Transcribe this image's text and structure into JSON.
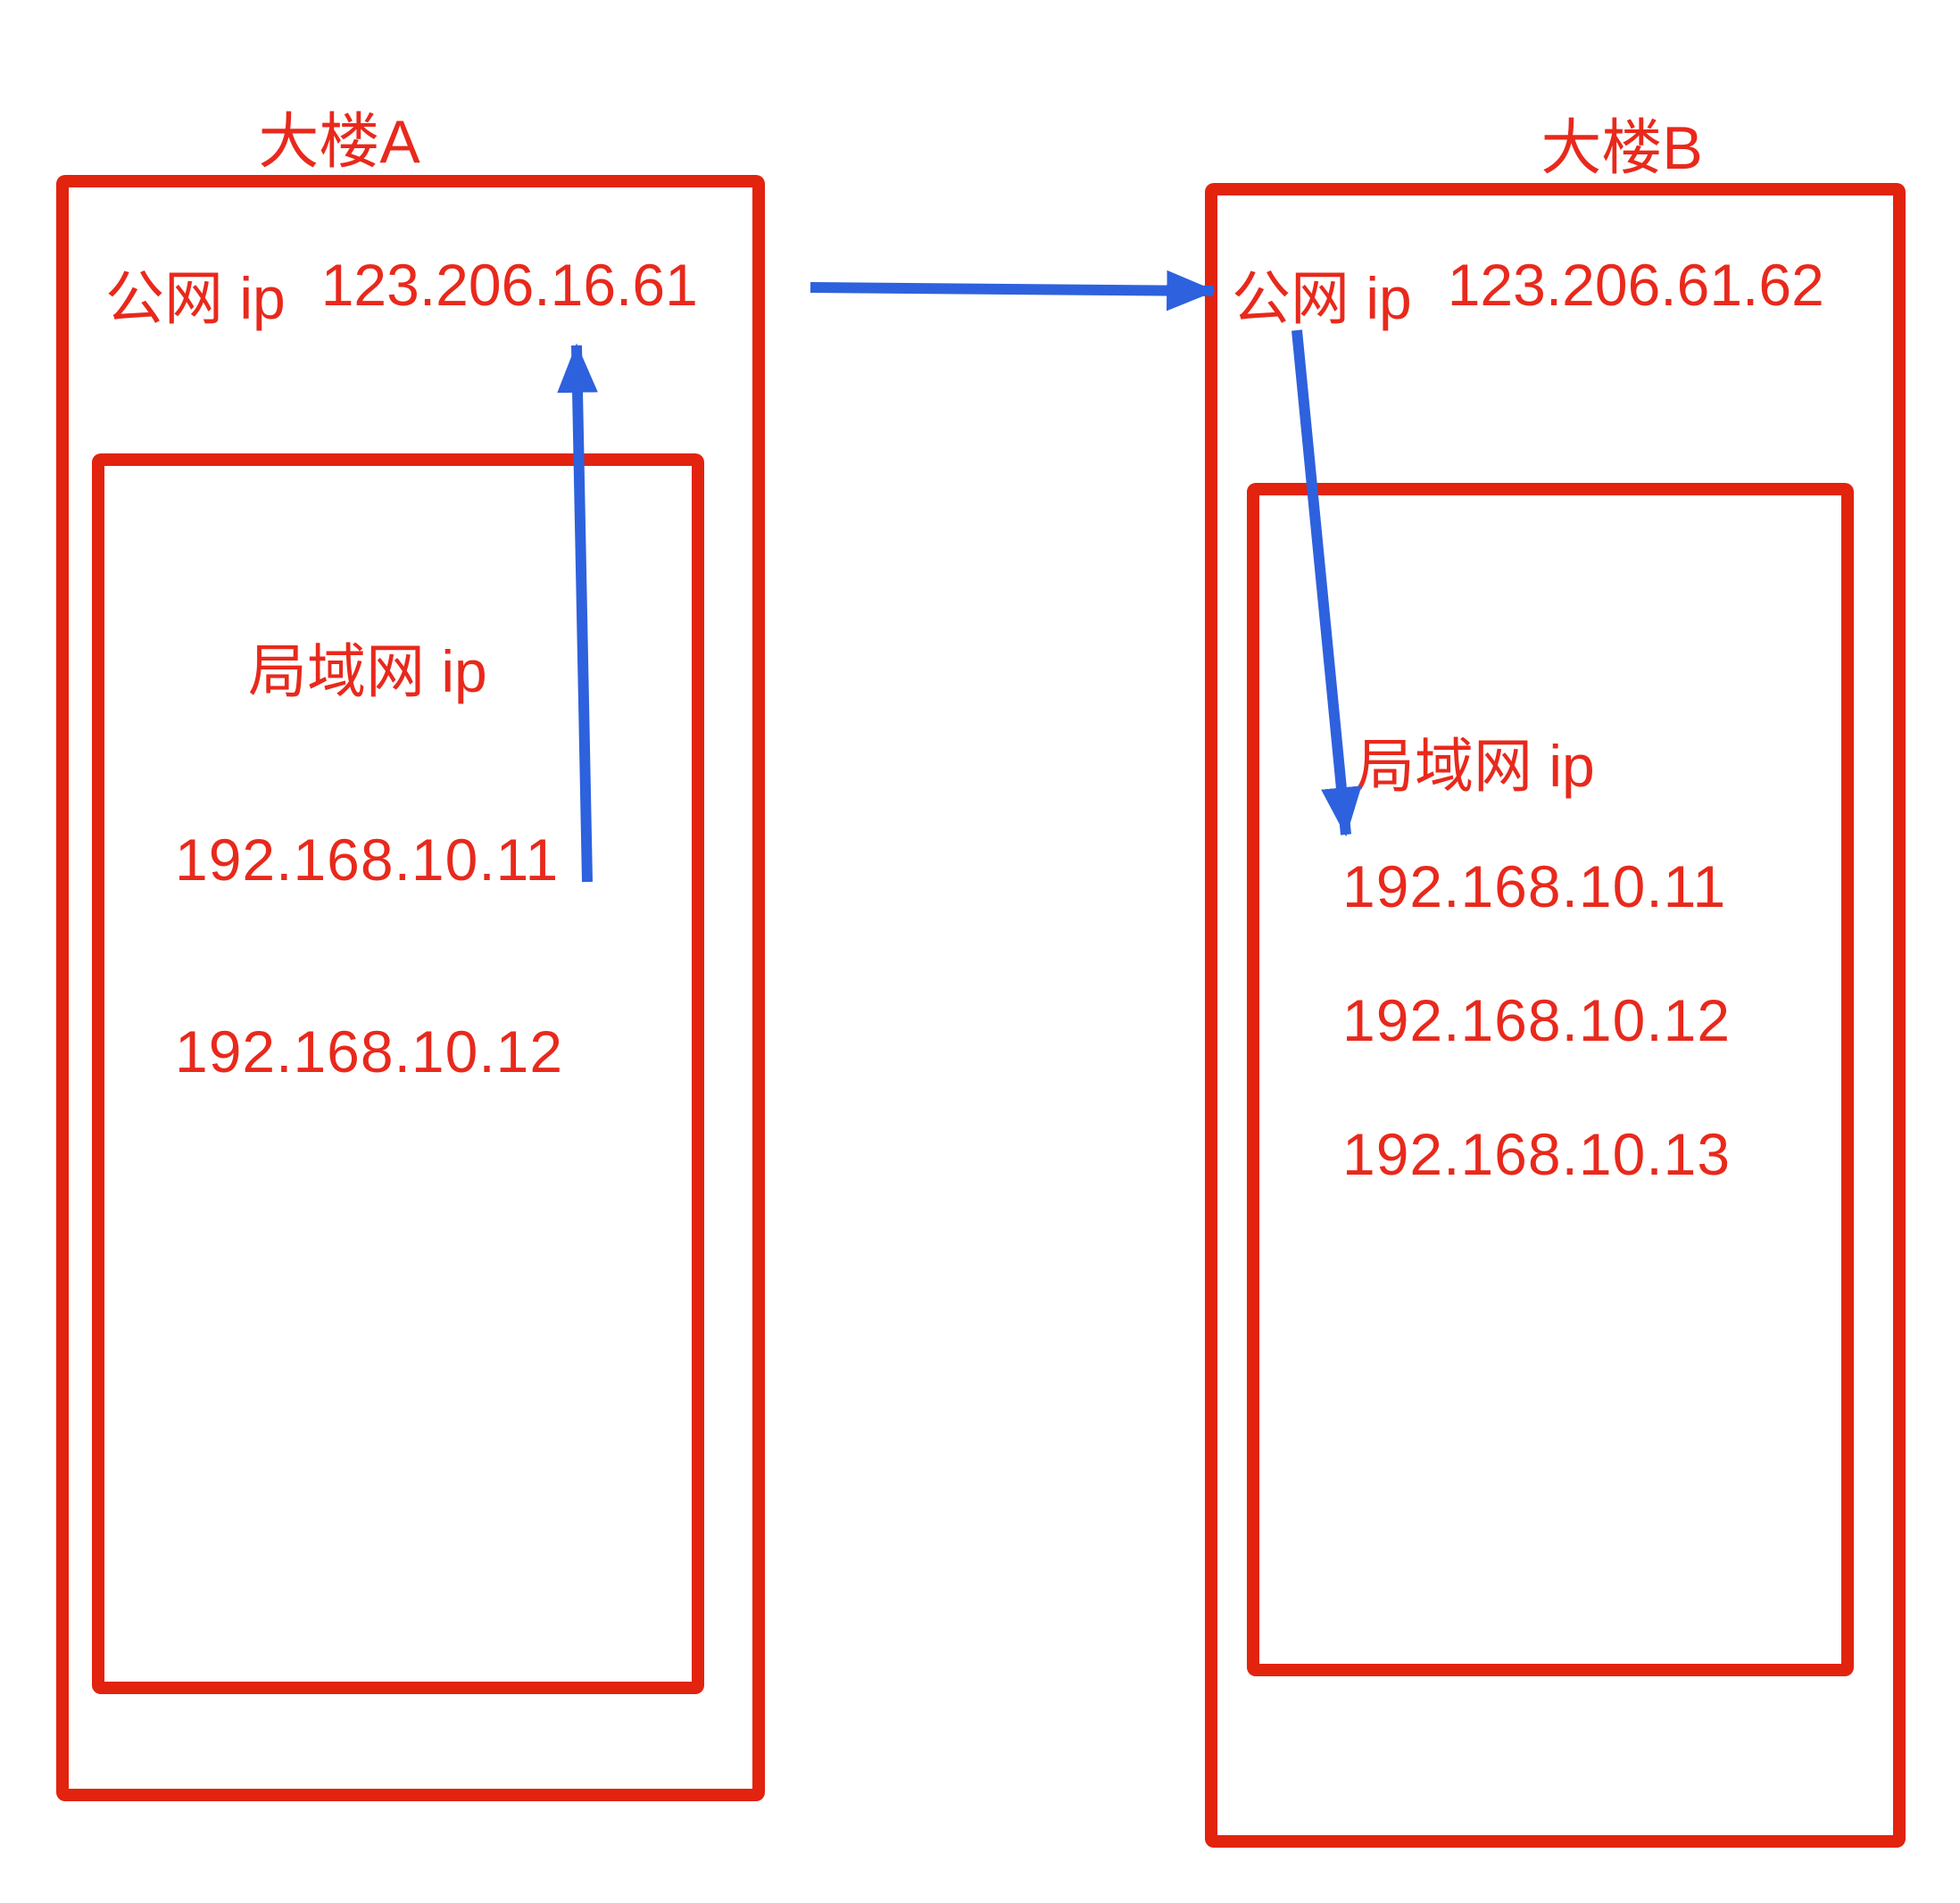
{
  "colors": {
    "red_border": "#e2230e",
    "red_text": "#e8291c",
    "blue_arrow": "#2e61dd",
    "background": "#ffffff"
  },
  "building_a": {
    "title": "大楼A",
    "public_ip_label": "公网 ip",
    "public_ip": "123.206.16.61",
    "lan_label": "局域网 ip",
    "lan_ips": [
      "192.168.10.11",
      "192.168.10.12"
    ]
  },
  "building_b": {
    "title": "大楼B",
    "public_ip_label": "公网 ip",
    "public_ip": "123.206.61.62",
    "lan_label": "局域网 ip",
    "lan_ips": [
      "192.168.10.11",
      "192.168.10.12",
      "192.168.10.13"
    ]
  },
  "arrows": [
    {
      "id": "arrow-a-public-to-b-public",
      "from": "building_a.public_ip",
      "to": "building_b.public_ip"
    },
    {
      "id": "arrow-a-lan-to-a-public",
      "from": "building_a.lan",
      "to": "building_a.public_ip"
    },
    {
      "id": "arrow-b-public-to-b-lan",
      "from": "building_b.public_ip",
      "to": "building_b.lan_ips.0"
    }
  ]
}
